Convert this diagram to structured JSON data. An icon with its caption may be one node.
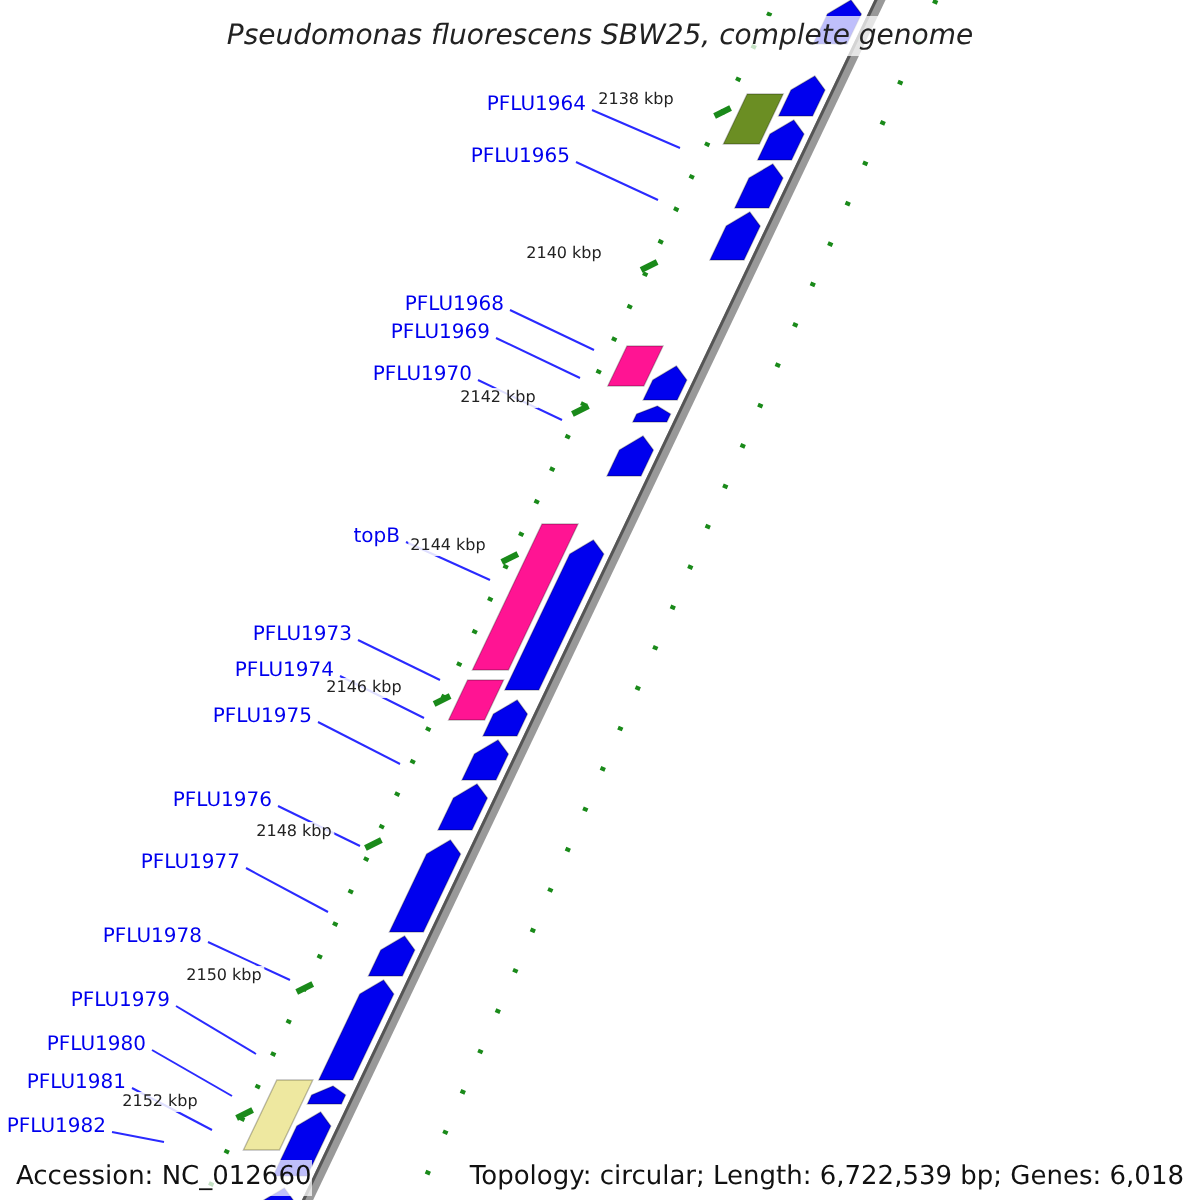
{
  "diagram": {
    "title": "Pseudomonas fluorescens SBW25, complete genome",
    "nodes": [
      {
        "text": [
          "PFLU1964"
        ]
      },
      {
        "text": [
          "PFLU1965"
        ]
      },
      {
        "text": [
          "PFLU1968"
        ]
      },
      {
        "text": [
          "PFLU1969"
        ]
      },
      {
        "text": [
          "PFLU1970"
        ]
      },
      {
        "text": [
          "topB"
        ]
      },
      {
        "text": [
          "PFLU1973"
        ]
      },
      {
        "text": [
          "PFLU1974"
        ]
      },
      {
        "text": [
          "PFLU1975"
        ]
      },
      {
        "text": [
          "PFLU1976"
        ]
      },
      {
        "text": [
          "PFLU1977"
        ]
      },
      {
        "text": [
          "PFLU1978"
        ]
      },
      {
        "text": [
          "PFLU1979"
        ]
      },
      {
        "text": [
          "PFLU1980"
        ]
      },
      {
        "text": [
          "PFLU1981"
        ]
      },
      {
        "text": [
          "PFLU1982"
        ]
      }
    ],
    "edges": [
      {
        "from": 0,
        "to": null,
        "arrow": "none"
      },
      {
        "from": 1,
        "to": null,
        "arrow": "none"
      },
      {
        "from": 2,
        "to": null,
        "arrow": "none"
      },
      {
        "from": 3,
        "to": null,
        "arrow": "none"
      },
      {
        "from": 4,
        "to": null,
        "arrow": "none"
      },
      {
        "from": 5,
        "to": null,
        "arrow": "none"
      },
      {
        "from": 6,
        "to": null,
        "arrow": "none"
      },
      {
        "from": 7,
        "to": null,
        "arrow": "none"
      },
      {
        "from": 8,
        "to": null,
        "arrow": "none"
      },
      {
        "from": 9,
        "to": null,
        "arrow": "none"
      },
      {
        "from": 10,
        "to": null,
        "arrow": "none"
      },
      {
        "from": 11,
        "to": null,
        "arrow": "none"
      },
      {
        "from": 12,
        "to": null,
        "arrow": "none"
      },
      {
        "from": 13,
        "to": null,
        "arrow": "none"
      },
      {
        "from": 14,
        "to": null,
        "arrow": "none"
      },
      {
        "from": 15,
        "to": null,
        "arrow": "none"
      }
    ],
    "labels": [
      "2138 kbp",
      "2140 kbp",
      "2142 kbp",
      "2144 kbp",
      "2146 kbp",
      "2148 kbp",
      "2150 kbp",
      "2152 kbp",
      "Accession: NC_012660",
      "Topology: circular; Length: 6,722,539 bp; Genes: 6,018"
    ]
  }
}
